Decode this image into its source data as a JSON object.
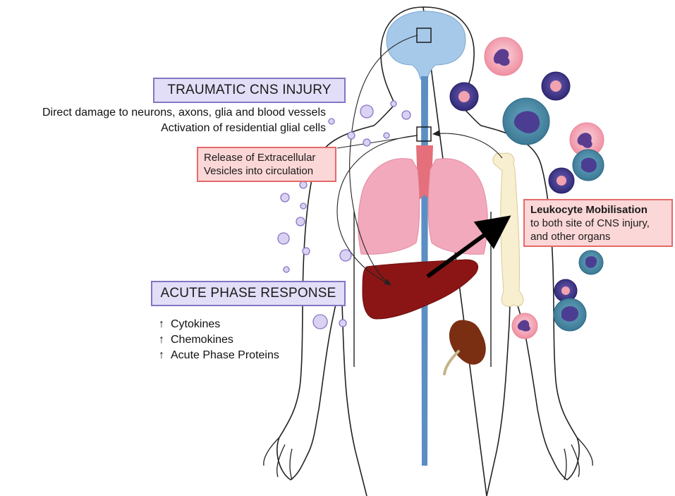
{
  "labels": {
    "traumatic": "TRAUMATIC CNS INJURY",
    "direct_damage": "Direct damage to neurons, axons, glia and blood vessels",
    "activation": "Activation of residential glial cells",
    "release_line1": "Release of Extracellular",
    "release_line2": "Vesicles into circulation",
    "leukocyte_title": "Leukocyte Mobilisation",
    "leukocyte_line2": "to both site of CNS injury,",
    "leukocyte_line3": "and other organs",
    "acute": "ACUTE PHASE RESPONSE",
    "up_arrow": "↑",
    "cytokines": "Cytokines",
    "chemokines": "Chemokines",
    "proteins": "Acute Phase Proteins"
  },
  "colors": {
    "brain": "#a6c9ea",
    "spine": "#5b8fc4",
    "lungs": "#f2a9bb",
    "trachea": "#e56f7b",
    "liver": "#8b1515",
    "kidney": "#7a2e12",
    "bone": "#f7efcf",
    "vesicle": "#d9d2f2",
    "vesicle_border": "#8a74c8",
    "neutrophil": "#f6a8b6",
    "monocyte": "#4d8fa8",
    "lymphocyte": "#3e3c8e"
  }
}
